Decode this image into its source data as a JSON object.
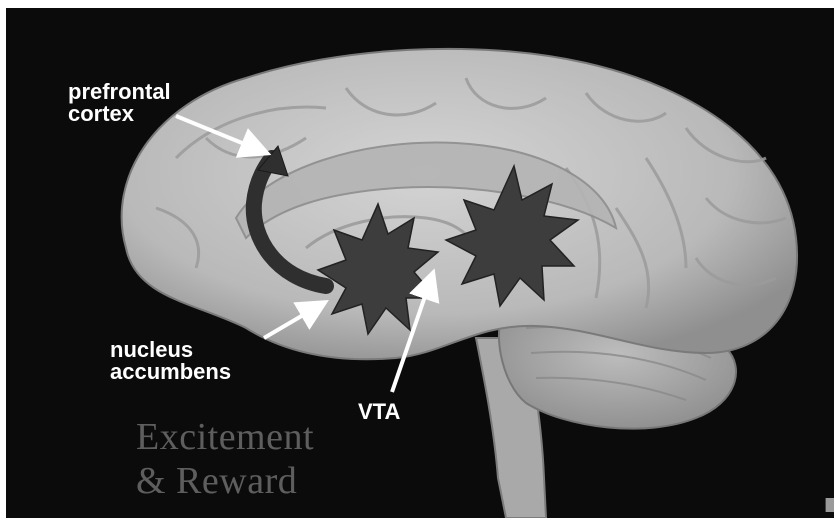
{
  "labels": {
    "prefrontal_line1": "prefrontal",
    "prefrontal_line2": "cortex",
    "nucleus_line1": "nucleus",
    "nucleus_line2": "accumbens",
    "vta": "VTA"
  },
  "caption": {
    "line1": "Excitement",
    "line2": "& Reward"
  },
  "colors": {
    "background": "#0b0b0b",
    "brain": "#c8c8c8",
    "star": "#3d3d3d",
    "pathway_arrow": "#2f2f2f",
    "label_text": "#ffffff",
    "caption_text": "#5e5e5e"
  }
}
